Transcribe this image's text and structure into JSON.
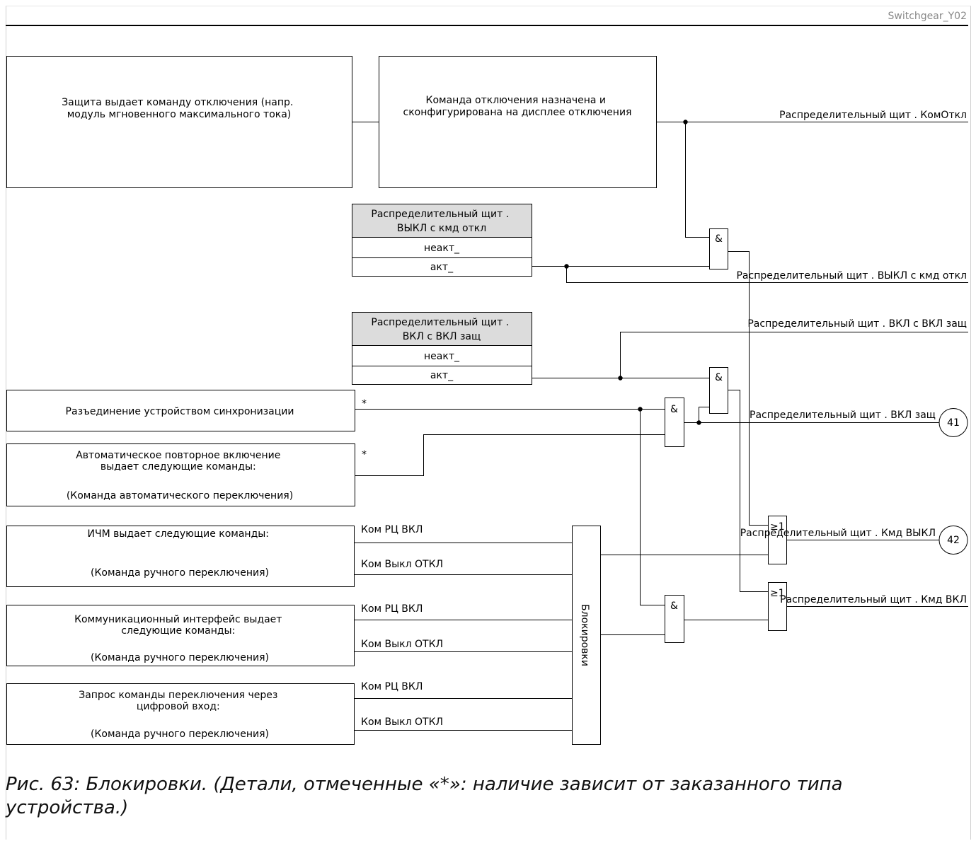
{
  "header": {
    "tag": "Switchgear_Y02"
  },
  "blocks": {
    "protection_trip": [
      "Защита выдает команду отключения (напр.",
      "модуль мгновенного максимального тока)"
    ],
    "trip_assigned": [
      "Команда отключения назначена и",
      "сконфигурирована на дисплее отключения"
    ],
    "sync_disconnect": [
      "Разъединение устройством синхронизации"
    ],
    "auto_reclose": [
      "Автоматическое повторное включение",
      "выдает следующие команды:",
      "",
      "(Команда автоматического переключения)"
    ],
    "hmi": [
      "ИЧМ выдает следующие команды:",
      "",
      "",
      "(Команда ручного переключения)"
    ],
    "comm": [
      "Коммуникационный интерфейс выдает",
      "следующие команды:",
      "",
      "(Команда ручного переключения)"
    ],
    "digital_input": [
      "Запрос команды переключения через",
      "цифровой вход:",
      "",
      "(Команда ручного переключения)"
    ]
  },
  "settings": {
    "off_with_trip": {
      "title": [
        "Распределительный щит .",
        "ВЫКЛ с кмд откл"
      ],
      "options": [
        "неакт_",
        "акт_"
      ]
    },
    "on_with_prot": {
      "title": [
        "Распределительный щит .",
        "ВКЛ с ВКЛ защ"
      ],
      "options": [
        "неакт_",
        "акт_"
      ]
    }
  },
  "signals": {
    "trip_cmd": "Распределительный щит . КомОткл",
    "off_with_trip": "Распределительный щит . ВЫКЛ с кмд откл",
    "on_with_prot": "Распределительный щит . ВКЛ с ВКЛ защ",
    "on_prot": "Распределительный щит . ВКЛ защ",
    "cmd_off": "Распределительный щит . Кмд ВЫКЛ",
    "cmd_on": "Распределительный щит . Кмд ВКЛ"
  },
  "wire_labels": {
    "star": "*",
    "on_cmd": "Ком РЦ ВКЛ",
    "off_cmd": "Ком Выкл ОТКЛ"
  },
  "interlock_label": "Блокировки",
  "gates": {
    "and": "&",
    "or": "≥1"
  },
  "connectors": {
    "c41": "41",
    "c42": "42"
  },
  "caption": "Рис. 63: Блокировки. (Детали, отмеченные «*»: наличие зависит от заказанного типа устройства.)"
}
